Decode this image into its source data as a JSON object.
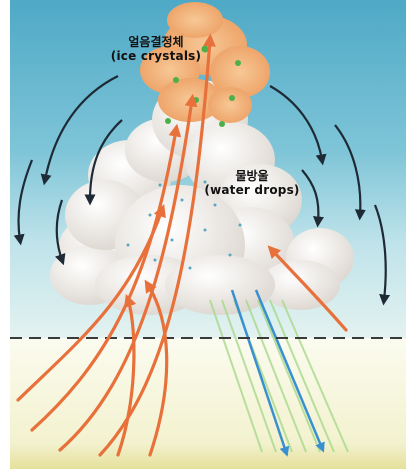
{
  "labels": {
    "ice_ko": "얼음결정체",
    "ice_en": "(ice crystals)",
    "water_ko": "물방울",
    "water_en": "(water drops)"
  },
  "colors": {
    "sky_top": "#4ea9c6",
    "sky_mid": "#a9dbe6",
    "ground": "#f6f5d6",
    "ground_bottom": "#e6e39a",
    "cloud_top": "#f2b37d",
    "cloud_body": "#f4f1ec",
    "updraft": "#e8703a",
    "downdraft_rain": "#3a8fd0",
    "sink_arrow": "#1e2a36",
    "freezing_line": "#3a3a3a"
  },
  "icons": [
    "updraft-arrow",
    "downdraft-arrow",
    "rain-streaks",
    "freezing-level-line"
  ]
}
